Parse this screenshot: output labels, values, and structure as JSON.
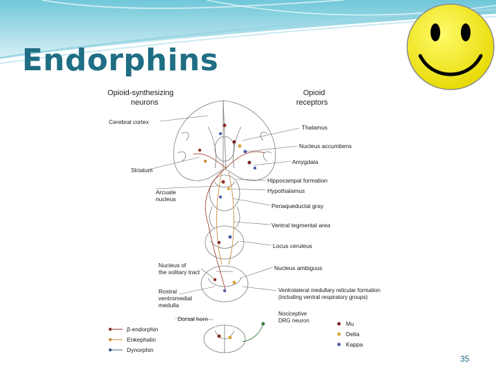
{
  "slide": {
    "title": "Endorphins",
    "page_number": "35"
  },
  "figure": {
    "left_heading_line1": "Opioid-synthesizing",
    "left_heading_line2": "neurons",
    "right_heading_line1": "Opioid",
    "right_heading_line2": "receptors",
    "left_labels": {
      "cerebral_cortex": "Cerebral cortex",
      "striatum": "Striatum",
      "arcuate_line1": "Arcuate",
      "arcuate_line2": "nucleus",
      "solitary_line1": "Nucleus of",
      "solitary_line2": "the solitary tract",
      "rostral_line1": "Rostral",
      "rostral_line2": "ventromedial",
      "rostral_line3": "medulla",
      "dorsal_horn": "Dorsal horn"
    },
    "right_labels": {
      "thalamus": "Thalamus",
      "nucleus_accumbens": "Nucleus accumbens",
      "amygdala": "Amygdala",
      "hippocampal": "Hippocampal formation",
      "hypothalamus": "Hypothalamus",
      "periaqueductal": "Periaqueductal gray",
      "ventral_tegmental": "Ventral tegmental area",
      "locus_ceruleus": "Locus ceruleus",
      "nucleus_ambiguus": "Nucleus ambiguus",
      "ventrolateral_line1": "Ventrolateral medullary reticular formation",
      "ventrolateral_line2": "(including ventral respiratory groups)",
      "nociceptive_line1": "Nociceptive",
      "nociceptive_line2": "DRG neuron"
    },
    "legend_left": [
      "β-endorphin",
      "Enkephalin",
      "Dynorphin"
    ],
    "legend_right": [
      "Mu",
      "Delta",
      "Kappa"
    ],
    "colors": {
      "beta_endorphin": "#8b2a1e",
      "enkephalin": "#c98a3a",
      "dynorphin": "#3a5a8c",
      "mu": "#7a1f2a",
      "delta": "#d9a236",
      "kappa": "#4a5fa8",
      "title": "#1f6e84",
      "smiley_face": "#f5ea00"
    }
  }
}
